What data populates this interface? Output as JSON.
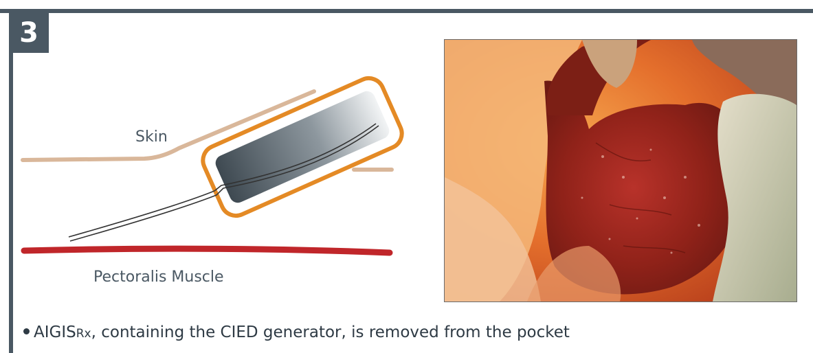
{
  "step": {
    "number": "3"
  },
  "diagram": {
    "skin_label": "Skin",
    "muscle_label": "Pectoralis Muscle",
    "colors": {
      "skin": "#d9b79a",
      "muscle": "#c0262a",
      "envelope": "#e48a25",
      "device_dark": "#3e4951",
      "device_light": "#f2f4f5",
      "lead": "#333333"
    }
  },
  "photo": {
    "description_icon": "surgical-photo"
  },
  "caption": {
    "brand_main": "AIGIS",
    "brand_sub": "Rx",
    "text": ", containing the CIED generator, is removed from the pocket"
  },
  "theme": {
    "frame": "#4a5863",
    "caption_color": "#2e3a44"
  }
}
